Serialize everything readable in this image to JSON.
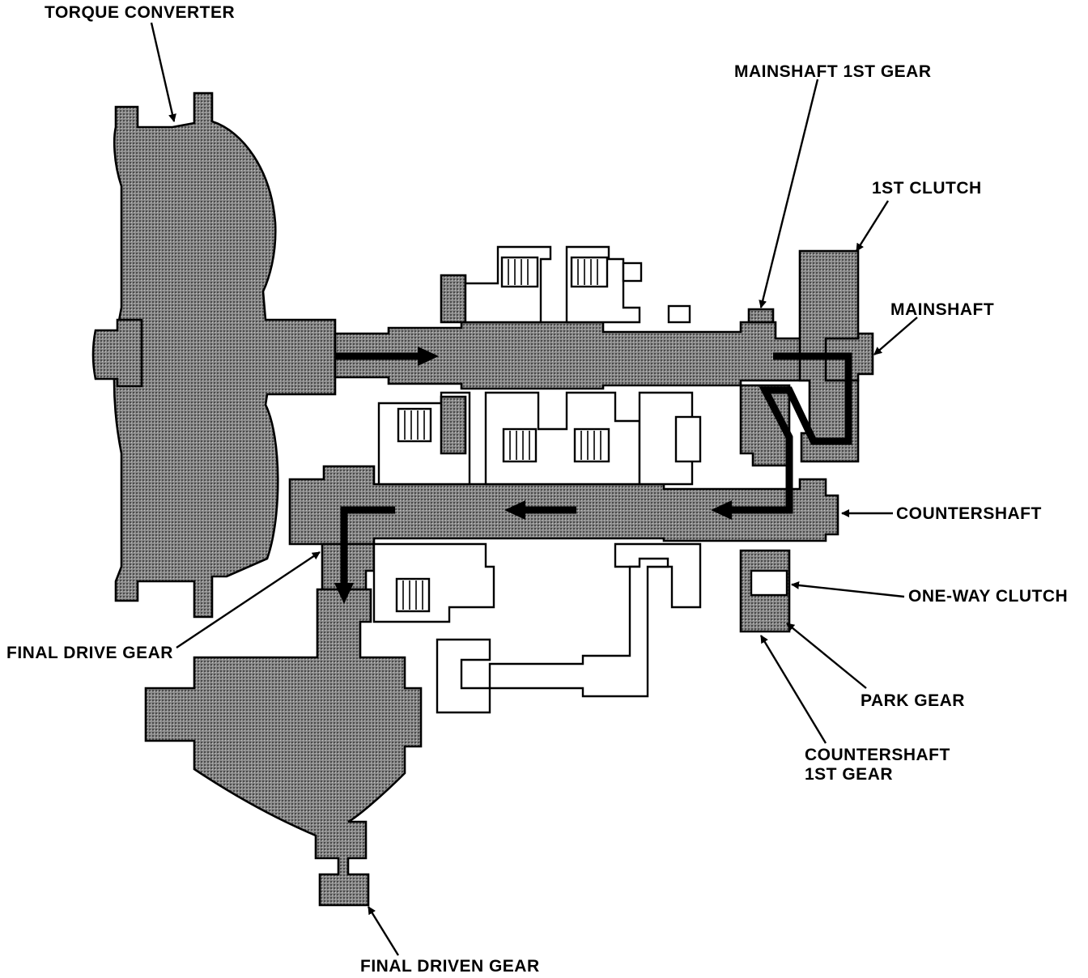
{
  "labels": {
    "torque_converter": "TORQUE CONVERTER",
    "mainshaft_1st_gear": "MAINSHAFT 1ST GEAR",
    "first_clutch": "1ST CLUTCH",
    "mainshaft": "MAINSHAFT",
    "countershaft": "COUNTERSHAFT",
    "one_way_clutch": "ONE-WAY CLUTCH",
    "park_gear": "PARK GEAR",
    "countershaft_1st_gear_line1": "COUNTERSHAFT",
    "countershaft_1st_gear_line2": "1ST GEAR",
    "final_drive_gear": "FINAL DRIVE GEAR",
    "final_driven_gear": "FINAL DRIVEN GEAR"
  }
}
